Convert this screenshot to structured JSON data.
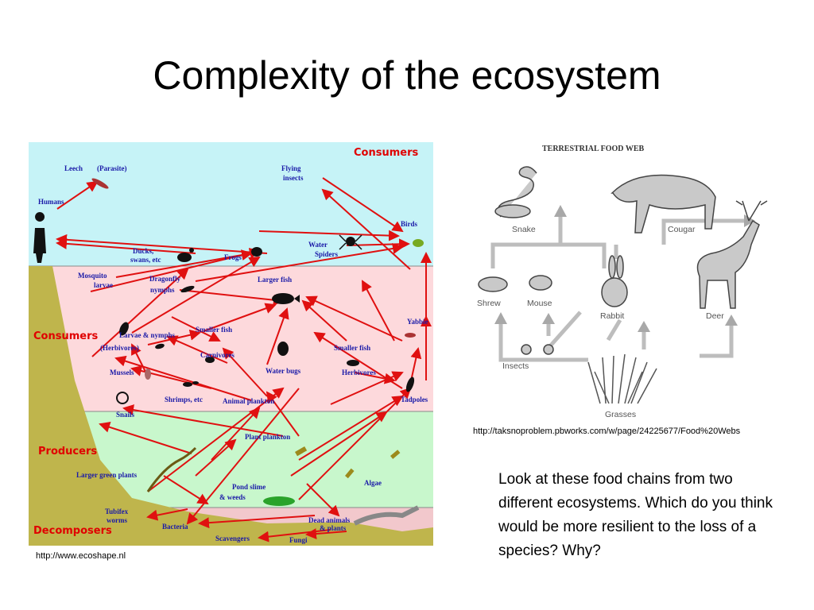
{
  "slide": {
    "title": "Complexity of the ecosystem",
    "question": "Look at these food chains from two different ecosystems. Which do you think would be more resilient to the loss of a species? Why?"
  },
  "aquatic_web": {
    "source": "http://www.ecoshape.nl",
    "zones": {
      "top": "Consumers",
      "middle": "Consumers",
      "producers": "Producers",
      "decomposers": "Decomposers"
    },
    "organisms": {
      "leech": "Leech",
      "parasite": "(Parasite)",
      "humans": "Humans",
      "flying": "Flying",
      "insects": "insects",
      "birds": "Birds",
      "ducks": "Ducks,",
      "swans": "swans, etc",
      "frogs": "Frogs",
      "water": "Water",
      "spiders": "Spiders",
      "mosquito": "Mosquito",
      "larvae": "larvae",
      "dragonfly": "Dragonfly",
      "nymphs": "nymphs",
      "larger_fish": "Larger fish",
      "yabbie": "Yabbie",
      "larvae_nymphs": "Larvae & nymphs",
      "herbivores_paren": "(Herbivores)",
      "smaller_fish_c": "Smaller fish",
      "carnivores": "Carnivores",
      "smaller_fish_h": "Smaller fish",
      "herbivores": "Herbivores",
      "mussels": "Mussels",
      "water_bugs": "Water bugs",
      "snails": "Snails",
      "shrimps": "Shrimps, etc",
      "animal_plankton": "Animal plankton",
      "tadpoles": "Tadpoles",
      "plant_plankton": "Plant plankton",
      "larger_green_plants": "Larger green plants",
      "pond_slime": "Pond slime",
      "weeds": "& weeds",
      "algae": "Algae",
      "tubifex": "Tubifex",
      "worms": "worms",
      "bacteria": "Bacteria",
      "dead_animals": "Dead animals",
      "plants": "& plants",
      "scavengers": "Scavengers",
      "fungi": "Fungi"
    }
  },
  "terrestrial_web": {
    "title": "TERRESTRIAL FOOD WEB",
    "source": "http://taksnoproblem.pbworks.com/w/page/24225677/Food%20Webs",
    "organisms": {
      "snake": "Snake",
      "cougar": "Cougar",
      "shrew": "Shrew",
      "mouse": "Mouse",
      "rabbit": "Rabbit",
      "deer": "Deer",
      "insects": "Insects",
      "grasses": "Grasses"
    }
  },
  "colors": {
    "arrow": "#e01010",
    "label": "#1a1aa8",
    "zone_label": "#e00000",
    "sky": "#c6f3f7",
    "pink": "#fdd9dc",
    "green": "#c8f7cc",
    "seabed": "#bfb54c"
  }
}
